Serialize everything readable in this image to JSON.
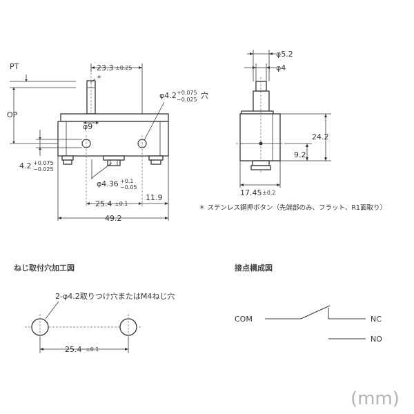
{
  "front_view": {
    "pt_label": "PT",
    "op_label": "OP",
    "dim_23_3": "23.3",
    "tol_23_3": "±0.25",
    "asterisk": "*",
    "hole_label": "φ4.2",
    "hole_tol_upper": "+0.075",
    "hole_tol_lower": "−0.025",
    "hole_suffix": "穴",
    "phi9": "φ9",
    "dim_4_2": "4.2",
    "tol_4_2_upper": "+0.075",
    "tol_4_2_lower": "−0.025",
    "phi4_36": "φ4.36",
    "tol_4_36_upper": "+0.1",
    "tol_4_36_lower": "−0.05",
    "dim_25_4": "25.4",
    "tol_25_4": "±0.1",
    "dim_11_9": "11.9",
    "dim_49_2": "49.2"
  },
  "side_view": {
    "phi5_2": "φ5.2",
    "phi4": "φ4",
    "dim_24_2": "24.2",
    "dim_9_2": "9.2",
    "dim_17_45": "17.45",
    "tol_17_45": "±0.2"
  },
  "note": "＊ ステンレス鋼押ボタン（先端部のみ、フラット、R1面取り）",
  "mounting": {
    "title": "ねじ取付穴加工図",
    "hole_label": "2-φ4.2取りつけ穴またはM4ねじ穴",
    "dim": "25.4",
    "tol": "±0.1"
  },
  "contact": {
    "title": "接点構成図",
    "com": "COM",
    "nc": "NC",
    "no": "NO"
  },
  "unit": "(mm)"
}
